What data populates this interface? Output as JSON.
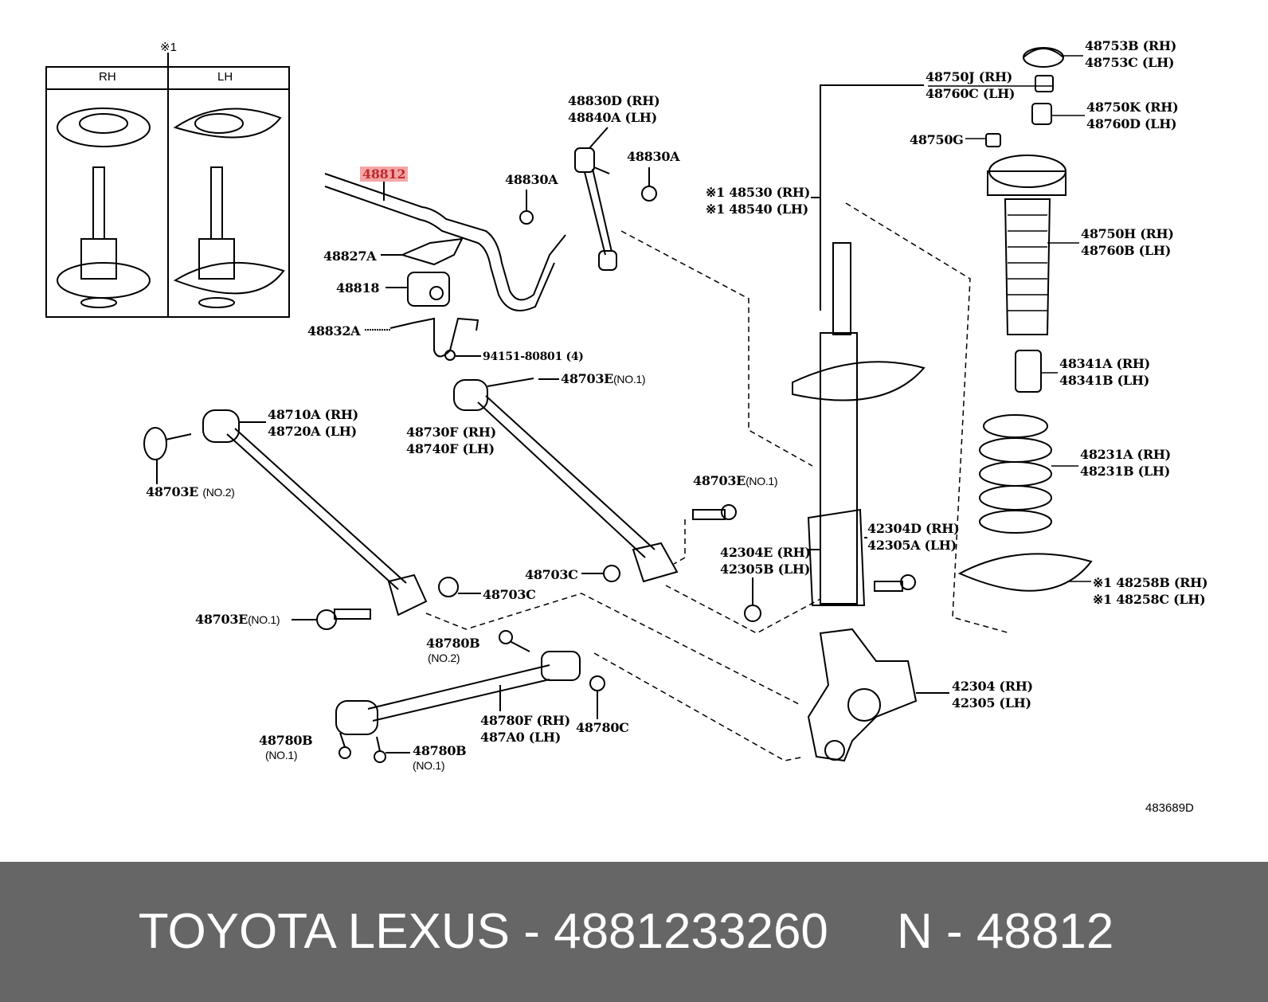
{
  "inset": {
    "note": "※1",
    "col_rh": "RH",
    "col_lh": "LH"
  },
  "highlighted_part": "48812",
  "labels": {
    "l48753": [
      "48753B (RH)",
      "48753C (LH)"
    ],
    "l48750j": [
      "48750J (RH)",
      "48760C (LH)"
    ],
    "l48750k": [
      "48750K (RH)",
      "48760D (LH)"
    ],
    "l48750g": "48750G",
    "l48830d": [
      "48830D (RH)",
      "48840A (LH)"
    ],
    "l48830a_1": "48830A",
    "l48830a_2": "48830A",
    "l48530": [
      "※1 48530 (RH)",
      "※1 48540 (LH)"
    ],
    "l48750h": [
      "48750H (RH)",
      "48760B (LH)"
    ],
    "l48827a": "48827A",
    "l48818": "48818",
    "l48832a": "48832A",
    "l94151": "94151-80801 (4)",
    "l48703e_a": [
      "48703E",
      "(NO.1)"
    ],
    "l48341": [
      "48341A (RH)",
      "48341B (LH)"
    ],
    "l48710": [
      "48710A (RH)",
      "48720A (LH)"
    ],
    "l48730": [
      "48730F (RH)",
      "48740F (LH)"
    ],
    "l48231": [
      "48231A (RH)",
      "48231B (LH)"
    ],
    "l48703e_no2": [
      "48703E",
      "(NO.2)"
    ],
    "l48703e_b": [
      "48703E",
      "(NO.1)"
    ],
    "l42304d": [
      "42304D (RH)",
      "42305A (LH)"
    ],
    "l42304e": [
      "42304E (RH)",
      "42305B (LH)"
    ],
    "l48703c_1": "48703C",
    "l48703c_2": "48703C",
    "l48258": [
      "※1 48258B (RH)",
      "※1 48258C (LH)"
    ],
    "l48703e_c": [
      "48703E",
      "(NO.1)"
    ],
    "l48780b_no2": [
      "48780B",
      "(NO.2)"
    ],
    "l42304": [
      "42304 (RH)",
      "42305 (LH)"
    ],
    "l48780f": [
      "48780F (RH)",
      "487A0 (LH)"
    ],
    "l48780c": "48780C",
    "l48780b_no1a": [
      "48780B",
      "(NO.1)"
    ],
    "l48780b_no1b": [
      "48780B",
      "(NO.1)"
    ]
  },
  "diagram_ref": "483689D",
  "banner": {
    "text": "TOYOTA LEXUS - 4881233260     N - 48812"
  }
}
